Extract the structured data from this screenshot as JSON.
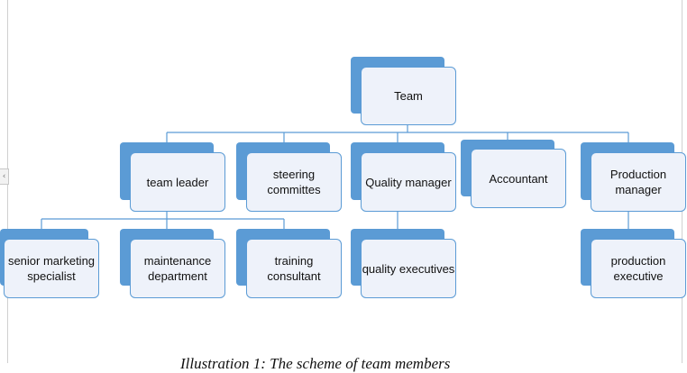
{
  "nodes": {
    "team": "Team",
    "team_leader": "team leader",
    "steering": "steering committes",
    "quality_manager": "Quality manager",
    "accountant": "Accountant",
    "production_manager": "Production manager",
    "senior_marketing": "senior marketing specialist",
    "maintenance": "maintenance department",
    "training": "training consultant",
    "quality_exec": "quality executives",
    "production_exec": "production executive"
  },
  "caption": "Illustration 1: The scheme of team members",
  "colors": {
    "box_back": "#5b9bd5",
    "box_front": "#eef2fa",
    "border": "#5b9bd5",
    "connector": "#5b9bd5"
  }
}
